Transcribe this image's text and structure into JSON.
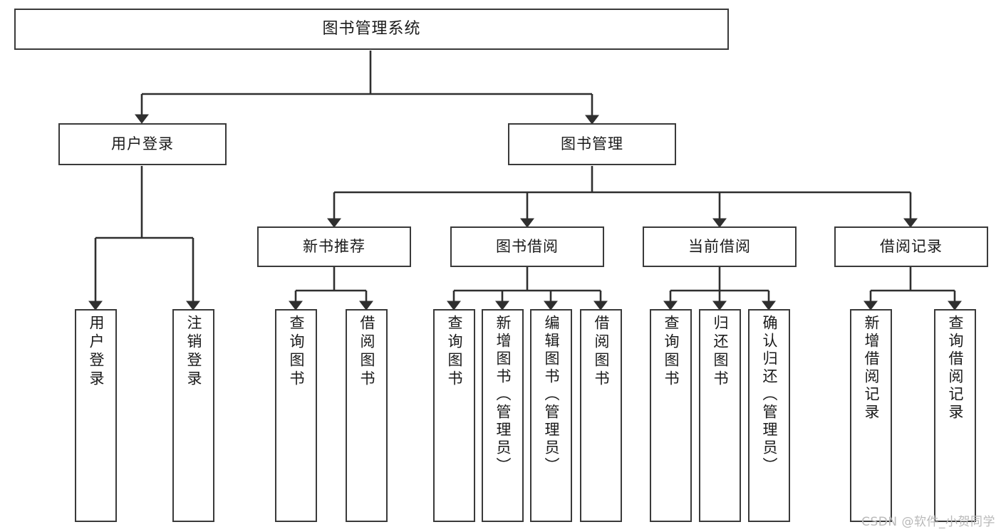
{
  "diagram": {
    "title": "图书管理系统",
    "type": "tree",
    "watermark": "CSDN @软件_小贺同学",
    "colors": {
      "box_border": "#3a3a3a",
      "box_fill": "#ffffff",
      "connector": "#2f2f2f",
      "text": "#1a1a1a",
      "watermark": "#b9b9b9",
      "background": "#ffffff"
    },
    "root": {
      "label": "图书管理系统"
    },
    "level1": [
      {
        "label": "用户登录"
      },
      {
        "label": "图书管理"
      }
    ],
    "level2": [
      {
        "label": "新书推荐",
        "parent": "图书管理"
      },
      {
        "label": "图书借阅",
        "parent": "图书管理"
      },
      {
        "label": "当前借阅",
        "parent": "图书管理"
      },
      {
        "label": "借阅记录",
        "parent": "图书管理"
      }
    ],
    "leaves": {
      "user_login": [
        {
          "label": "用户登录"
        },
        {
          "label": "注销登录"
        }
      ],
      "new_book_recommend": [
        {
          "label": "查询图书"
        },
        {
          "label": "借阅图书"
        }
      ],
      "book_borrow": [
        {
          "label": "查询图书"
        },
        {
          "label": "新增图书（管理员）"
        },
        {
          "label": "编辑图书（管理员）"
        },
        {
          "label": "借阅图书"
        }
      ],
      "current_borrow": [
        {
          "label": "查询图书"
        },
        {
          "label": "归还图书"
        },
        {
          "label": "确认归还（管理员）"
        }
      ],
      "borrow_record": [
        {
          "label": "新增借阅记录"
        },
        {
          "label": "查询借阅记录"
        }
      ]
    }
  }
}
